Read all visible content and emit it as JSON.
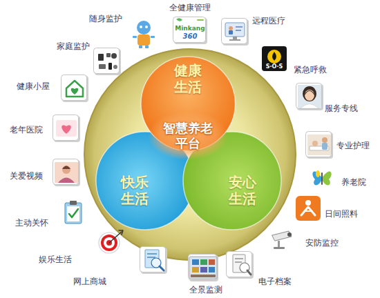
{
  "diagram": {
    "nodes": [
      {
        "text": [
          "智慧养老 平台"
        ]
      },
      {
        "text": [
          "健康 生活"
        ]
      },
      {
        "text": [
          "快乐 生活"
        ]
      },
      {
        "text": [
          "安心 生活"
        ]
      },
      {
        "text": [
          "全健康管理"
        ]
      },
      {
        "text": [
          "随身监护"
        ]
      },
      {
        "text": [
          "远程医疗"
        ]
      },
      {
        "text": [
          "家庭监护"
        ]
      },
      {
        "text": [
          "紧急呼救"
        ]
      },
      {
        "text": [
          "健康小屋"
        ]
      },
      {
        "text": [
          "服务专线"
        ]
      },
      {
        "text": [
          "老年医院"
        ]
      },
      {
        "text": [
          "专业护理"
        ]
      },
      {
        "text": [
          "关爱视频"
        ]
      },
      {
        "text": [
          "养老院"
        ]
      },
      {
        "text": [
          "主动关怀"
        ]
      },
      {
        "text": [
          "日间照料"
        ]
      },
      {
        "text": [
          "娱乐生活"
        ]
      },
      {
        "text": [
          "安防监控"
        ]
      },
      {
        "text": [
          "网上商城"
        ]
      },
      {
        "text": [
          "电子档案"
        ]
      },
      {
        "text": [
          "全景监测"
        ]
      }
    ],
    "labels": [
      "Minkang",
      "360",
      "S·O·S"
    ]
  }
}
